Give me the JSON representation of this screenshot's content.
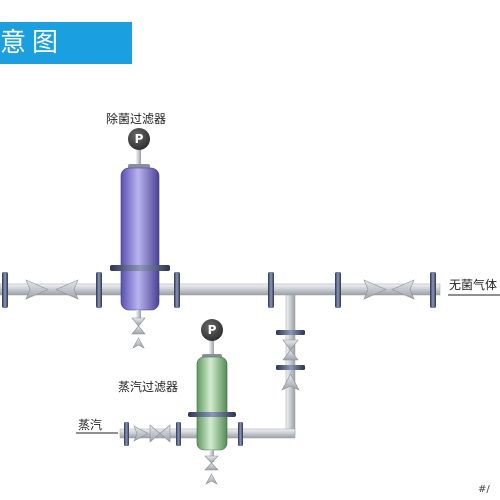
{
  "header": {
    "title": "意图"
  },
  "labels": {
    "sterile_filter": "除菌过滤器",
    "steam_filter": "蒸汽过滤器",
    "sterile_gas": "无菌气体",
    "steam": "蒸汽",
    "corner_mark": "#/"
  },
  "gauges": {
    "sterile_gauge_letter": "P",
    "steam_gauge_letter": "P"
  },
  "colors": {
    "header": "#1aa0e0",
    "pipe": "#c9ccd0",
    "arrow": "#b8bcc1",
    "flange": "#4a5a78",
    "sterile_filter_body": "#7c74c8",
    "steam_filter_body": "#8fc28f"
  }
}
